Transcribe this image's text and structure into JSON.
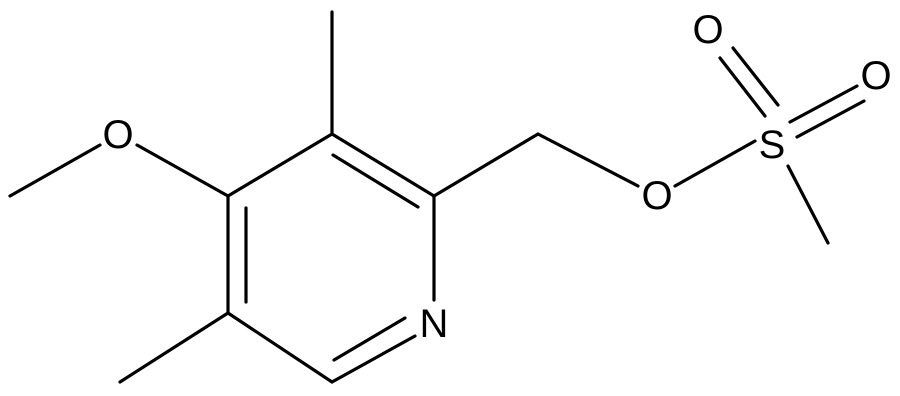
{
  "atoms": {
    "methoxy_oxygen": "O",
    "ester_oxygen": "O",
    "sulfur": "S",
    "sulfonyl_oxygen_1": "O",
    "sulfonyl_oxygen_2": "O",
    "ring_nitrogen": "N"
  },
  "colors": {
    "bond": "#000000",
    "label": "#000000",
    "background": "#ffffff"
  }
}
